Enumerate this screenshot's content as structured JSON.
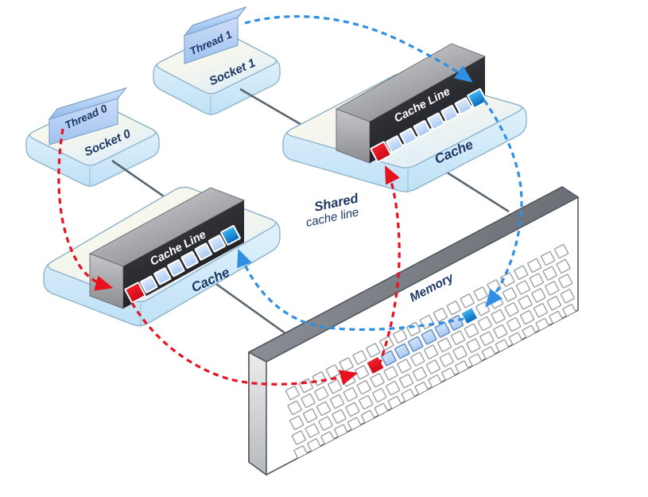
{
  "diagram": {
    "labels": {
      "thread0": "Thread 0",
      "thread1": "Thread 1",
      "socket0": "Socket 0",
      "socket1": "Socket 1",
      "cache_left": "Cache",
      "cache_right": "Cache",
      "cache_line_left": "Cache Line",
      "cache_line_right": "Cache Line",
      "memory": "Memory",
      "shared_line1": "Shared",
      "shared_line2": "cache line"
    },
    "colors": {
      "red": "#e8111f",
      "blue": "#2e8fe4",
      "navy": "#1d3865",
      "connector": "#5a6672",
      "cell_light": "#bcd6f4",
      "cell_bright": "#1b8fd6",
      "grid_line": "#9aa0a6"
    },
    "cache_line": {
      "cells": [
        "red",
        "light",
        "light",
        "light",
        "light",
        "light",
        "light",
        "bright"
      ]
    },
    "memory_grid": {
      "rows": 5,
      "cols": 21,
      "highlight_row": 2,
      "red_col": 7,
      "light_cols": [
        8,
        9,
        10,
        11,
        12,
        13
      ],
      "bright_col": 14
    }
  }
}
